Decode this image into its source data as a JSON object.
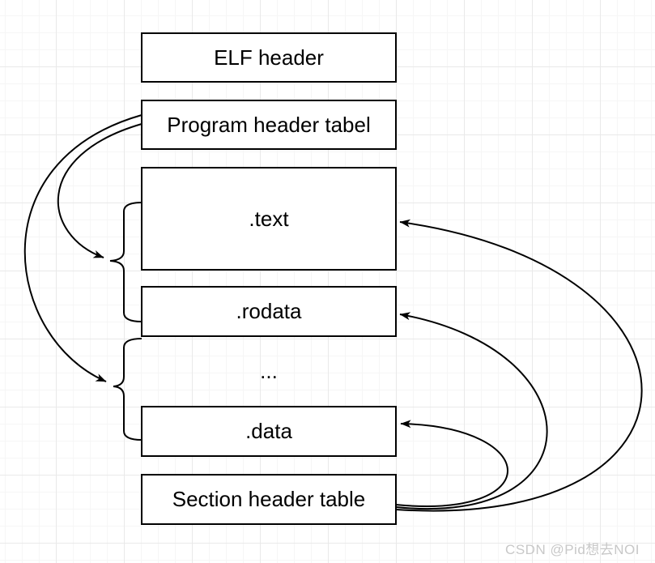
{
  "diagram": {
    "nodes": [
      {
        "label": "ELF header"
      },
      {
        "label": "Program header tabel"
      },
      {
        "label": ".text"
      },
      {
        "label": ".rodata"
      },
      {
        "label": "..."
      },
      {
        "label": ".data"
      },
      {
        "label": "Section header table"
      }
    ],
    "connectors": {
      "from_program_header": 2,
      "from_section_header": 3
    },
    "colors": {
      "box_border": "#000000",
      "box_fill": "#ffffff",
      "connector": "#000000",
      "grid_minor": "#f6f6f6",
      "grid_major": "#e9e9e9",
      "background": "#ffffff",
      "watermark": "#c8c8c8"
    }
  },
  "watermark": {
    "text": "CSDN @Pid想去NOI"
  }
}
